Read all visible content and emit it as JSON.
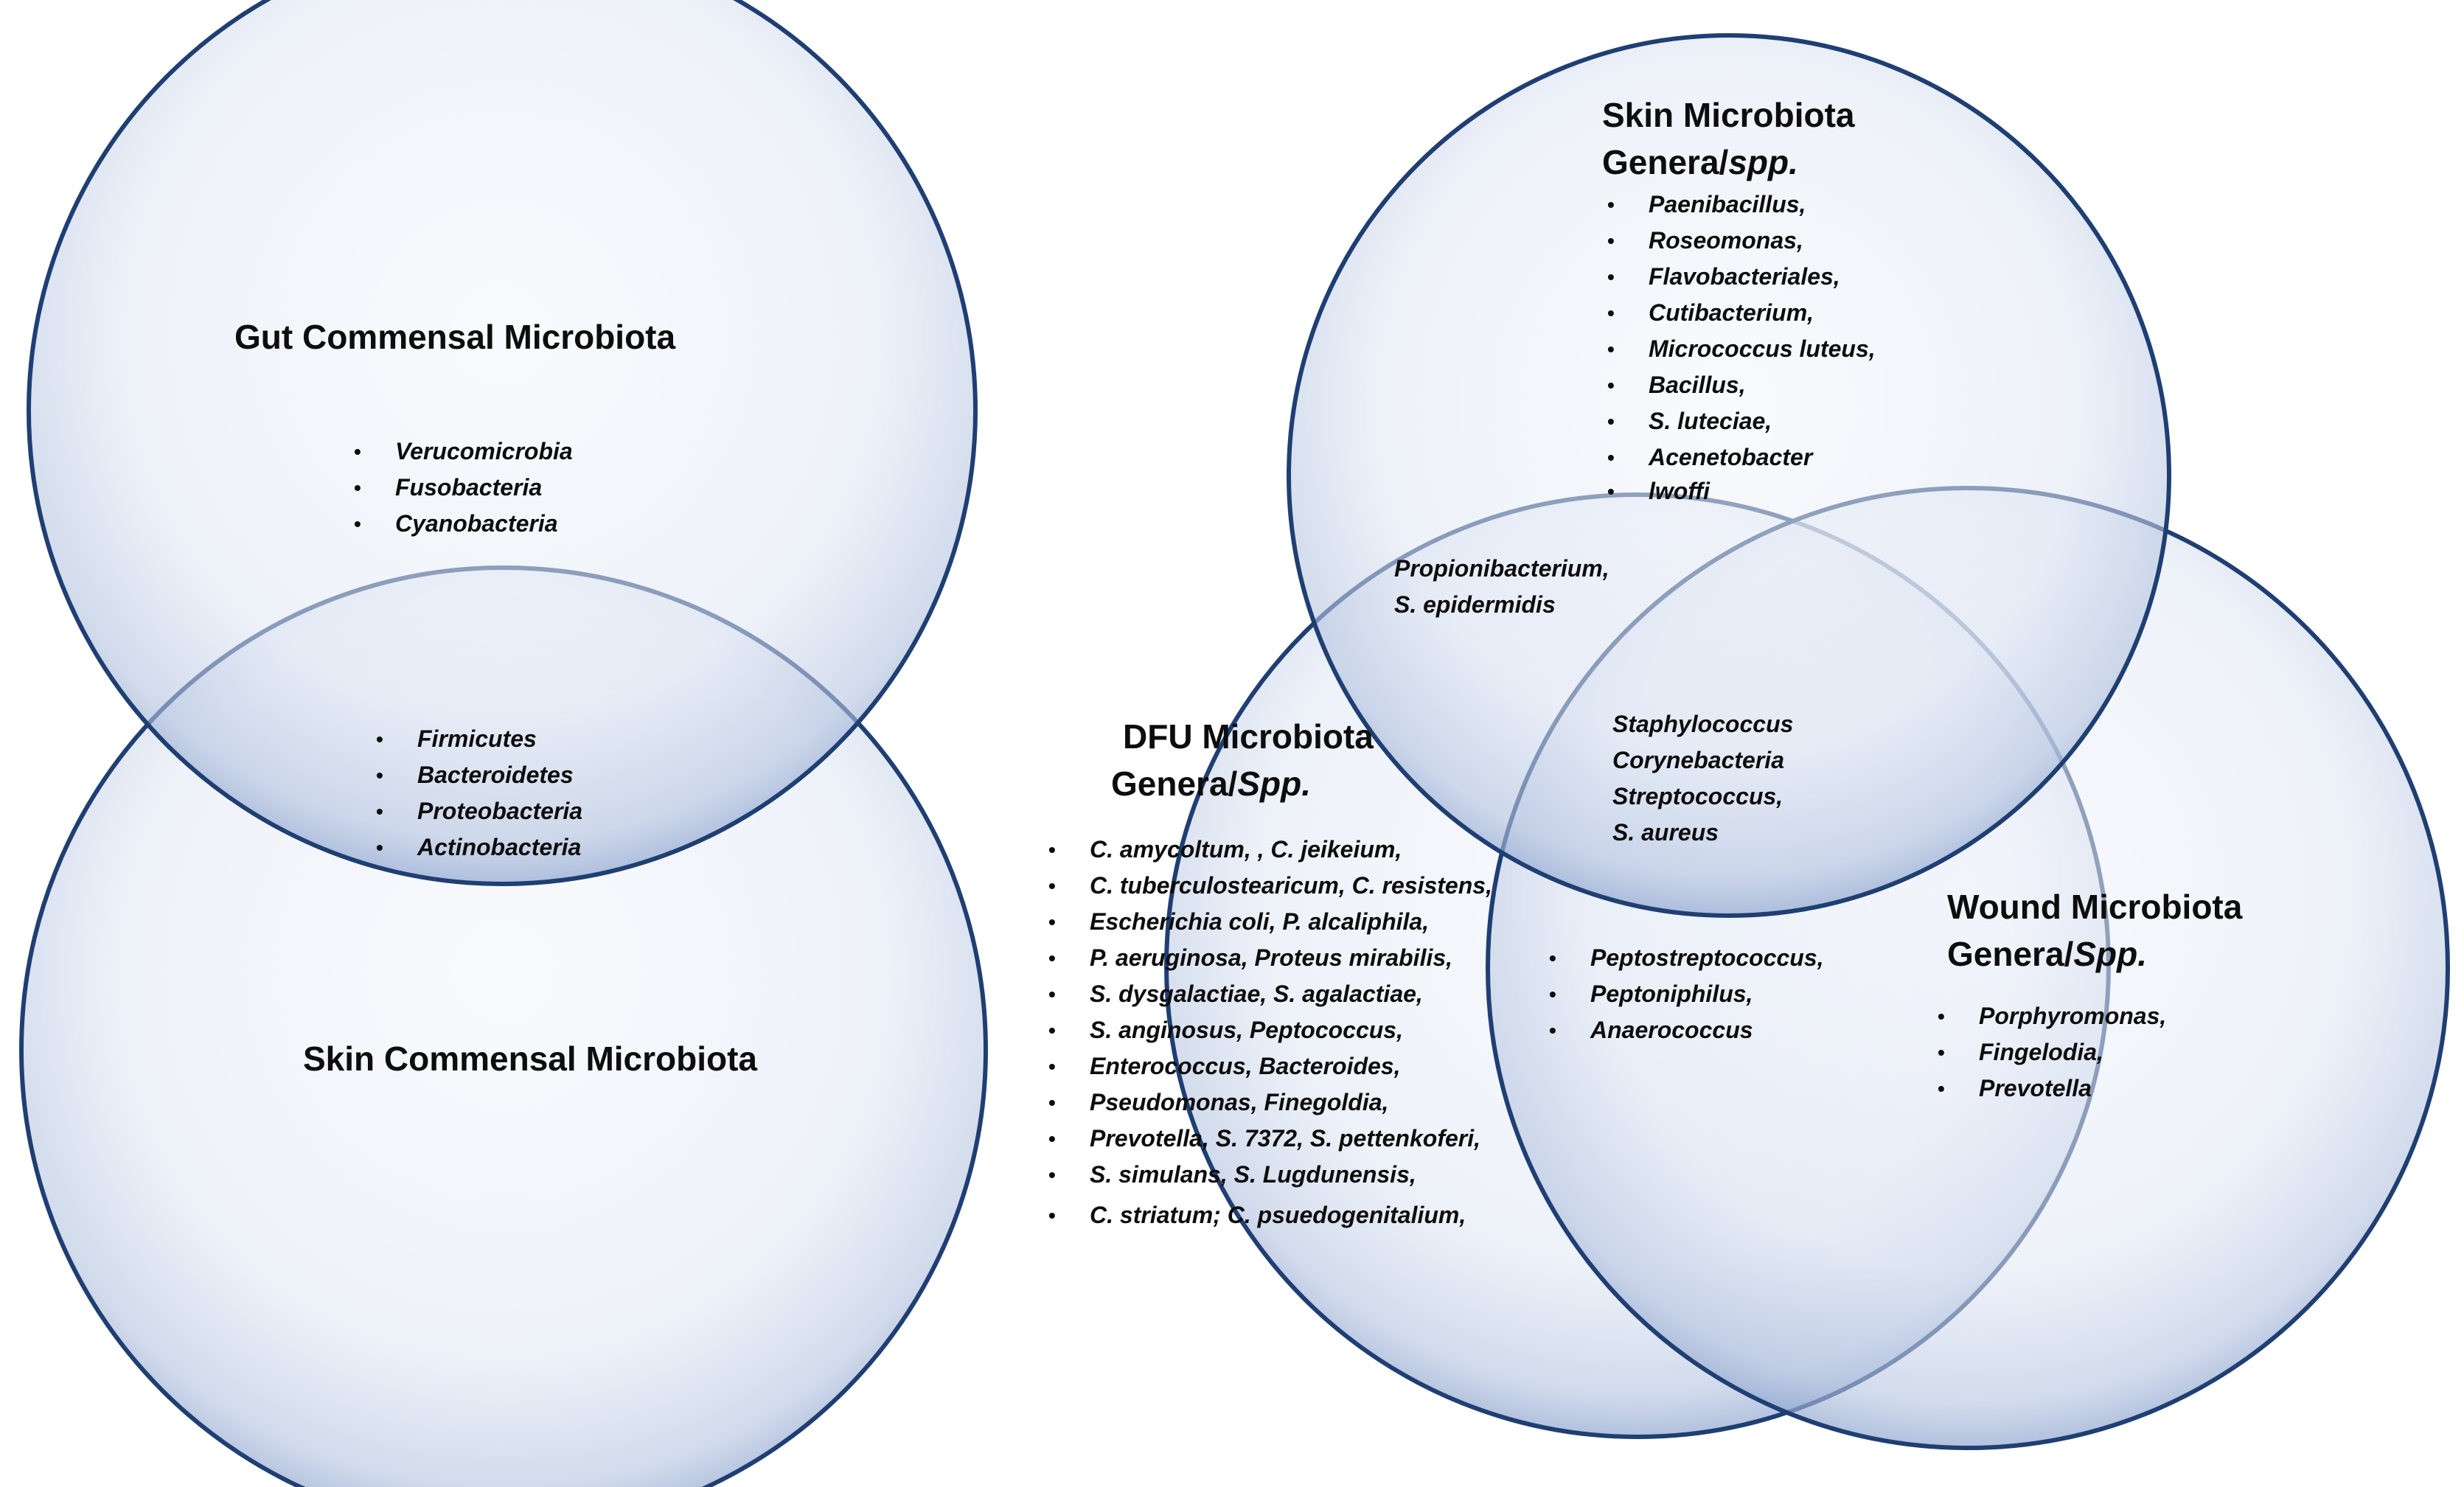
{
  "colors": {
    "circle_fill_light": "#edf1f9",
    "circle_fill_mid": "#cfd9ec",
    "circle_stroke": "#1f3f73",
    "text": "#0d0d0d"
  },
  "gut": {
    "title": "Gut Commensal Microbiota",
    "items": [
      "Verucomicrobia",
      "Fusobacteria",
      "Cyanobacteria"
    ]
  },
  "gut_skin_overlap": {
    "items": [
      "Firmicutes",
      "Bacteroidetes",
      "Proteobacteria",
      "Actinobacteria"
    ]
  },
  "skin_commensal": {
    "title": "Skin Commensal Microbiota"
  },
  "skin_genera": {
    "title_line1": "Skin Microbiota",
    "title_line2_prefix": "Genera/",
    "title_line2_italic": "spp.",
    "items": [
      "Paenibacillus,",
      "Roseomonas,",
      "Flavobacteriales,",
      "Cutibacterium,",
      "Micrococcus luteus,",
      "Bacillus,",
      "S. luteciae,",
      "Acenetobacter",
      "lwoffi"
    ]
  },
  "skin_dfu_overlap": {
    "items": [
      "Propionibacterium,",
      "S. epidermidis"
    ]
  },
  "three_way_overlap": {
    "items": [
      "Staphylococcus",
      "Corynebacteria",
      "Streptococcus,",
      "S. aureus"
    ]
  },
  "dfu": {
    "title_line1": "DFU Microbiota",
    "title_line2_prefix": "Genera/",
    "title_line2_italic": "Spp.",
    "items": [
      "C. amycoltum, ,  C. jeikeium,",
      "C. tuberculostearicum,  C. resistens,",
      "Escherichia coli,  P. alcaliphila,",
      "P. aeruginosa,  Proteus mirabilis,",
      " S. dysgalactiae,  S. agalactiae,",
      "S. anginosus, Peptococcus,",
      "Enterococcus,  Bacteroides,",
      "Pseudomonas,  Finegoldia,",
      "Prevotella, S. 7372,  S. pettenkoferi,",
      "S. simulans,  S. Lugdunensis,",
      "C. striatum; C. psuedogenitalium,"
    ]
  },
  "dfu_wound_overlap": {
    "items": [
      "Peptostreptococcus,",
      "Peptoniphilus,",
      "Anaerococcus"
    ]
  },
  "wound": {
    "title_line1": "Wound Microbiota",
    "title_line2_prefix": "Genera/",
    "title_line2_italic": "Spp.",
    "items": [
      "Porphyromonas,",
      "Fingelodia,",
      "Prevotella"
    ]
  }
}
